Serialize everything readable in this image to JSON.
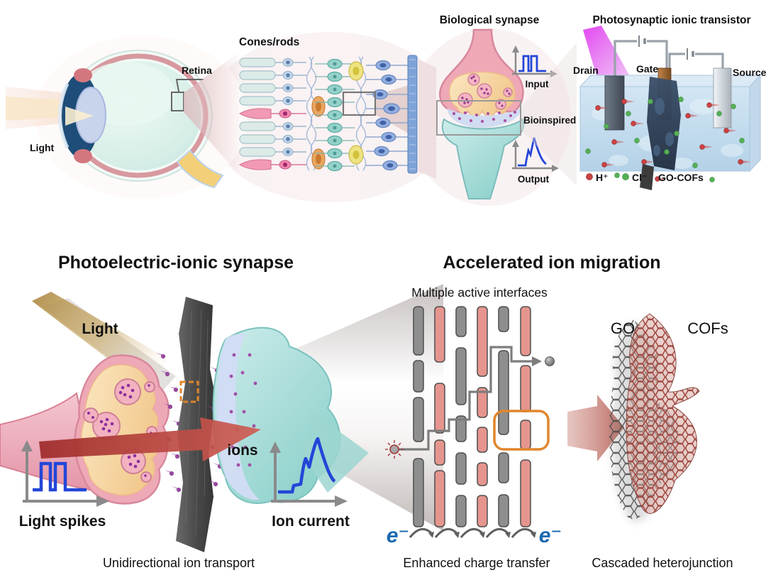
{
  "titles": {
    "cones_rods": "Cones/rods",
    "bio_synapse": "Biological synapse",
    "transistor": "Photosynaptic ionic transistor",
    "photo_synapse": "Photoelectric-ionic synapse",
    "ion_migration": "Accelerated ion migration"
  },
  "labels": {
    "light_top": "Light",
    "retina": "Retina",
    "input": "Input",
    "output": "Output",
    "bioinspired": "Bioinspired",
    "drain": "Drain",
    "gate": "Gate",
    "source": "Source",
    "h_ion": "H⁺",
    "cl_ion": "Cl⁻",
    "go_cofs": "GO-COFs",
    "light_bottom": "Light",
    "ions": "ions",
    "light_spikes": "Light spikes",
    "ion_current": "Ion current",
    "interfaces": "Multiple active interfaces",
    "electron_left": "e⁻",
    "electron_right": "e⁻",
    "go": "GO",
    "cofs": "COFs"
  },
  "captions": {
    "unidirectional": "Unidirectional ion transport",
    "charge_transfer": "Enhanced charge transfer",
    "heterojunction": "Cascaded heterojunction"
  },
  "colors": {
    "signal_blue": "#2346d8",
    "axis_gray": "#8a8a8a",
    "electron_blue": "#1a6ab0",
    "orange_highlight": "#e0862c",
    "bar_pink": "#e5958e",
    "bar_gray": "#8e8e8e",
    "h_ion_red": "#cc4343",
    "cl_ion_green": "#55b055",
    "light_purple": "#e23ef0",
    "membrane_dark": "#41546b",
    "gate_copper": "#a96f3f",
    "synapse_pink": "#efa9b6",
    "synapse_cream": "#f8dcab",
    "post_teal": "#9fd8d4",
    "mesh_go_gray": "#4a4a4a",
    "mesh_cofs_red": "#a04840"
  }
}
